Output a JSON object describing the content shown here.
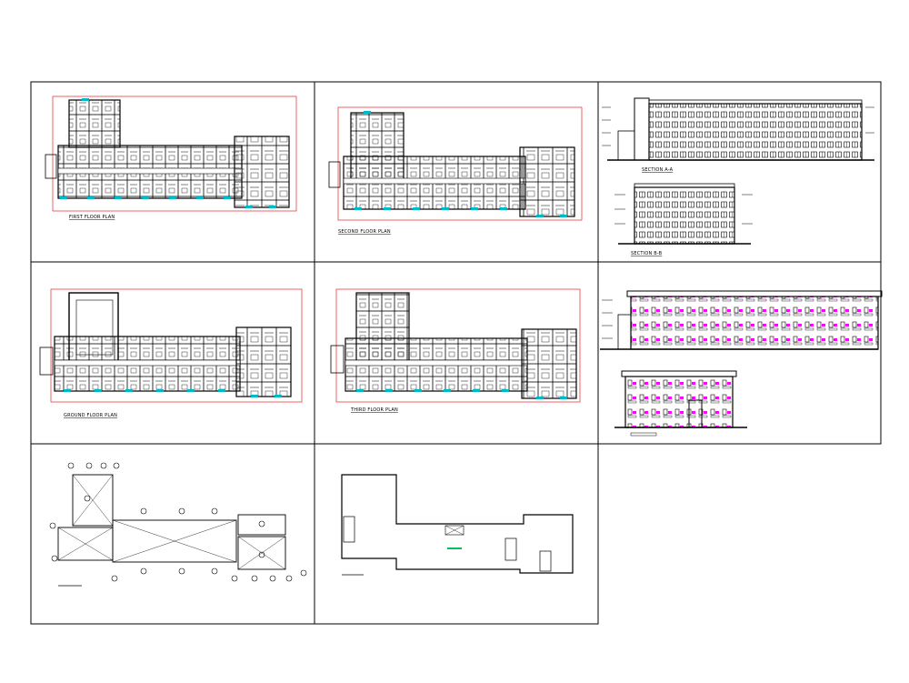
{
  "sheet": {
    "labels": {
      "first_floor_plan": "FIRST FLOOR PLAN",
      "second_floor_plan": "SECOND FLOOR PLAN",
      "ground_floor_plan": "GROUND FLOOR PLAN",
      "third_floor_plan": "THIRD FLOOR PLAN",
      "section_a": "SECTION A-A",
      "section_b": "SECTION B-B"
    },
    "colors": {
      "line": "#000000",
      "dimension": "#e00000",
      "marker": "#00b8c8",
      "window_accent": "#ff00ff",
      "highlight": "#00c060"
    }
  }
}
